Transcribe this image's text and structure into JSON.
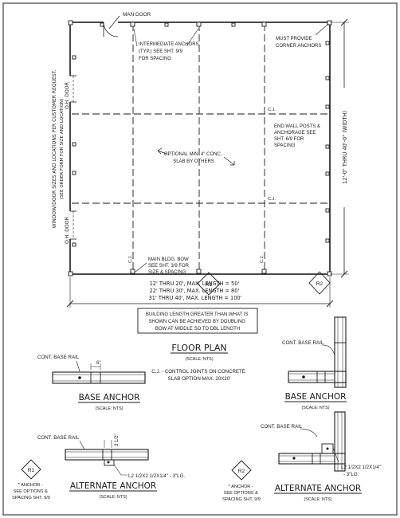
{
  "plan": {
    "man_door": "MAN DOOR",
    "intermediate_anchors": [
      "INTERMEDIATE ANCHORS",
      "(TYP.) SEE SHT. 9/9",
      "FOR SPACING"
    ],
    "corner_anchors": [
      "MUST PROVIDE",
      "CORNER ANCHORS"
    ],
    "cj_label": "C.J.",
    "end_wall_posts": [
      "END WALL POSTS &",
      "ANCHORAGE SEE",
      "SHT. 6/9 FOR",
      "SPACING"
    ],
    "slab_note": [
      "OPTIONAL MIN. 4\" CONC.",
      "SLAB BY OTHERS"
    ],
    "oh_door_top": "O.H. DOOR",
    "oh_door_bottom": "O.H. DOOR",
    "main_bow": [
      "MAIN BLDG. BOW",
      "SEE SHT. 3/9 FOR",
      "SIZE & SPACING"
    ],
    "side_note": [
      "WINDOW/DOOR SIZES AND LOCATIONS PER CUSTOMER REQUEST.",
      "(SEE ORDER FORM FOR SIZE AND LOCATION)"
    ],
    "width_dim": "12'-0\" THRU 40'-0\" (WIDTH)",
    "length_dims": [
      "12' THRU 20', MAX. LENGTH = 50'",
      "22' THRU 30', MAX. LENGTH = 80'",
      "31' THRU 40', MAX. LENGTH = 100'"
    ],
    "building_length_note": [
      "BUILDING LENGTH GREATER THAN WHAT IS",
      "SHOWN CAN BE ACHIEVED BY DOUBLING",
      "BOW AT MIDDLE SO TO DBL LENGTH"
    ],
    "r1": "R1",
    "r2": "R2"
  },
  "floor_plan": {
    "title": "FLOOR PLAN",
    "scale": "(SCALE: NTS)",
    "cj_note": [
      "C.J. - CONTROL JOINTS ON CONCRETE",
      "SLAB OPTION MAX. 20X20'"
    ]
  },
  "base_anchor_left": {
    "rail_label": "CONT. BASE RAIL",
    "dim": "6\"",
    "title": "BASE ANCHOR",
    "scale": "(SCALE: NTS)"
  },
  "base_anchor_right": {
    "rail_label": "CONT. BASE RAIL",
    "title": "BASE ANCHOR",
    "scale": "(SCALE: NTS)"
  },
  "alt_anchor_left": {
    "rail_label": "CONT. BASE RAIL",
    "dim": "3 1/2\"",
    "angle_label": "L2 1/2X2 1/2X1/4\" - 3\"LG.",
    "title": "ALTERNATE ANCHOR",
    "scale": "(SCALE: NTS)",
    "badge": "R1",
    "note": [
      "* ANCHOR -",
      "SEE OPTIONS &",
      "SPACING SHT. 9/9"
    ]
  },
  "alt_anchor_right": {
    "rail_label": "CONT. BASE RAIL",
    "angle_label": [
      "L2 1/2X2 1/2X1/4\"",
      "- 3\"LG."
    ],
    "title": "ALTERNATE ANCHOR",
    "scale": "(SCALE: NTS)",
    "badge": "R2",
    "note": [
      "* ANCHOR -",
      "SEE OPTIONS &",
      "SPACING SHT. 9/9"
    ]
  }
}
